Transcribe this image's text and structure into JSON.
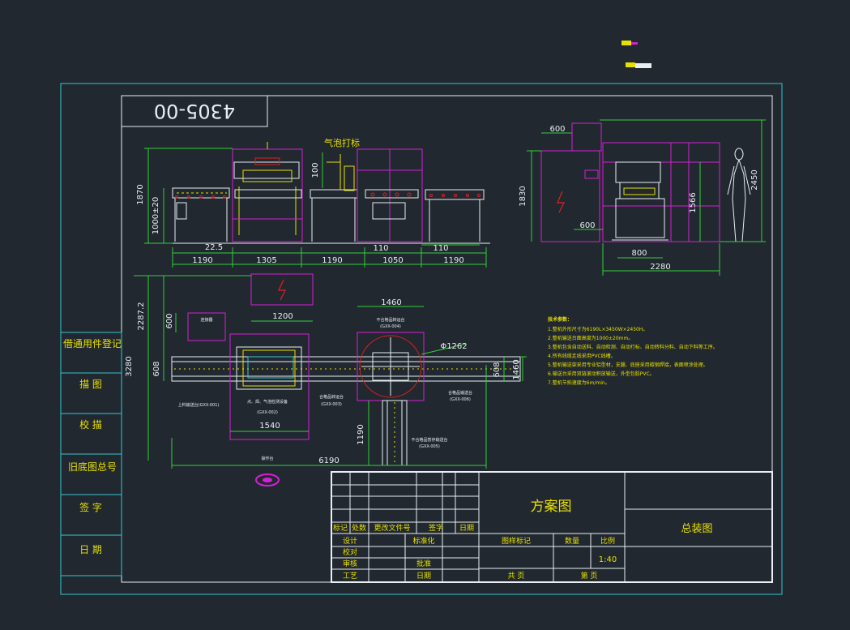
{
  "drawing_number": "4305-00",
  "colors": {
    "background": "#212830",
    "frame": "#34c8d0",
    "line": "#e8eef2",
    "magenta": "#d61fd6",
    "yellow": "#e8e000",
    "green": "#34d03a",
    "red": "#e02020"
  },
  "side_labels": [
    "借通用件登记",
    "描 图",
    "校 描",
    "旧底图总号",
    "签 字",
    "日 期"
  ],
  "annotation_air": "气泡打标",
  "dims_top": {
    "left_height": "1870",
    "left_height2": "1000±20",
    "w1": "22.5",
    "w2": "1190",
    "w3": "1305",
    "w4": "1190",
    "w5": "110",
    "w6": "1050",
    "w7": "110",
    "w8": "1190",
    "h100": "100",
    "right_600": "600",
    "right_1830": "1830",
    "right_600b": "600",
    "right_800": "800",
    "right_2280": "2280",
    "right_1566": "1566",
    "right_2450": "2450"
  },
  "dims_plan": {
    "v3280": "3280",
    "v2287": "2287.2",
    "v600": "600",
    "v608": "608",
    "w1200": "1200",
    "w1460": "1460",
    "w1540": "1540",
    "v1190": "1190",
    "w6190": "6190",
    "diam": "Φ1262",
    "v1460": "1460",
    "v608b": "608"
  },
  "plan_labels": {
    "l1": "上料输送台(GXX-001)",
    "l2": "点、焊、气泡检测设备",
    "l2b": "(GXX-002)",
    "l3": "合格品转运台",
    "l3b": "(GXX-003)",
    "l4": "不合格品转运台",
    "l4b": "(GXX-004)",
    "l5": "不合格品暂存输送台",
    "l5b": "(GXX-005)",
    "l6": "合格品输送台",
    "l6b": "(GXX-006)",
    "l7": "连接器",
    "l8": "操作台"
  },
  "tech_notes": {
    "title": "技术参数：",
    "items": [
      "1.整机外形尺寸为6190L×3450W×2450H。",
      "2.整机输送台面高度为1000±20mm。",
      "3.整机包含自动送料、自动检测、自动打标、自动转料分料、自动下料等工序。",
      "4.所有线缆走线采用PVC线槽。",
      "5.整机输送架采用专业铝型材，支腿、底座采用碳钢焊接，表面喷涂处理。",
      "6.输送台采用双链滚动积放输送，外型包胶PVC。",
      "7.整机节拍速度为6m/min。"
    ]
  },
  "title_block": {
    "scheme_title": "方案图",
    "assembly_title": "总装图",
    "header_cells": [
      "标记",
      "处数",
      "更改文件号",
      "签字",
      "日期"
    ],
    "row_labels": [
      "设计",
      "校对",
      "审核",
      "工艺"
    ],
    "row_labels2": [
      "标准化",
      "批准",
      "日期"
    ],
    "mark": "图样标记",
    "qty": "数量",
    "scale_label": "比例",
    "scale": "1:40",
    "sheet_total": "共 页",
    "sheet_no": "第 页"
  }
}
